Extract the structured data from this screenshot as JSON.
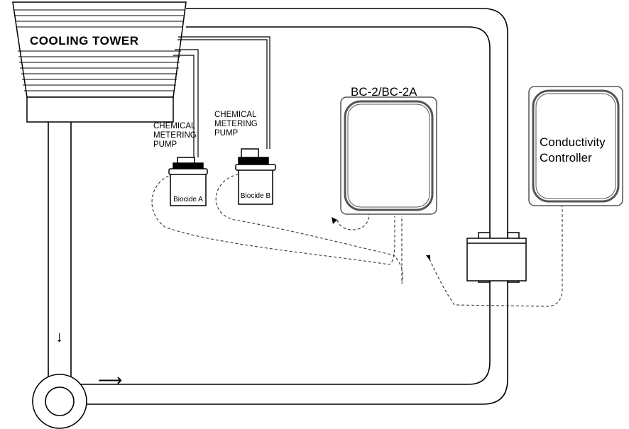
{
  "tower": {
    "title": "COOLING TOWER"
  },
  "pumps": [
    {
      "label": [
        "CHEMICAL",
        "METERING",
        "PUMP"
      ],
      "bottle": "Biocide A"
    },
    {
      "label": [
        "CHEMICAL",
        "METERING",
        "PUMP"
      ],
      "bottle": "Biocide B"
    }
  ],
  "controller_bc": {
    "title": "BC-2/BC-2A"
  },
  "conductivity": {
    "line1": "Conductivity",
    "line2": "Controller"
  },
  "flow": {
    "down_arrow": "↓",
    "right_arrow": "⟶"
  },
  "colors": {
    "line": "#000000",
    "box": "#555555",
    "background": "#ffffff"
  }
}
